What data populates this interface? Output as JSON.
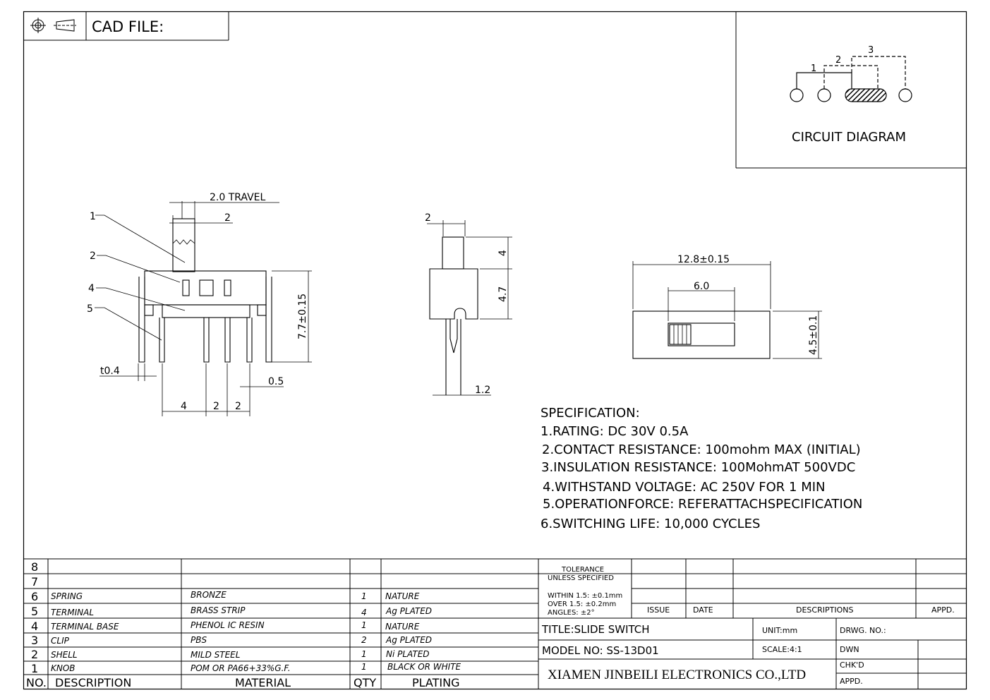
{
  "header": {
    "cad_file_label": "CAD FILE:"
  },
  "circuit": {
    "label": "CIRCUIT DIAGRAM",
    "pos1": "1",
    "pos2": "2",
    "pos3": "3"
  },
  "side_view": {
    "travel": "2.0 TRAVEL",
    "knob_width": "2",
    "height": "7.7±0.15",
    "thickness": "t0.4",
    "pin_width": "0.5",
    "pitch_a": "4",
    "pitch_b": "2",
    "pitch_c": "2",
    "callout_1": "1",
    "callout_2": "2",
    "callout_4": "4",
    "callout_5": "5"
  },
  "front_view": {
    "knob_w": "2",
    "knob_h": "4",
    "body_h": "4.7",
    "pin_w": "1.2"
  },
  "top_view": {
    "length": "12.8±0.15",
    "slot": "6.0",
    "width": "4.5±0.1"
  },
  "spec": {
    "title": "SPECIFICATION:",
    "lines": [
      "1.RATING: DC  30V  0.5A",
      "2.CONTACT  RESISTANCE: 100mohm  MAX  (INITIAL)",
      "3.INSULATION  RESISTANCE: 100MohmAT  500VDC",
      "4.WITHSTAND  VOLTAGE: AC  250V  FOR  1  MIN",
      "5.OPERATIONFORCE: REFERATTACHSPECIFICATION",
      "6.SWITCHING  LIFE: 10,000  CYCLES"
    ]
  },
  "bom": {
    "headers": {
      "no": "NO.",
      "desc": "DESCRIPTION",
      "material": "MATERIAL",
      "qty": "QTY",
      "plating": "PLATING"
    },
    "rows": [
      {
        "no": "8",
        "desc": "",
        "material": "",
        "qty": "",
        "plating": ""
      },
      {
        "no": "7",
        "desc": "",
        "material": "",
        "qty": "",
        "plating": ""
      },
      {
        "no": "6",
        "desc": "SPRING",
        "material": "BRONZE",
        "qty": "1",
        "plating": "NATURE"
      },
      {
        "no": "5",
        "desc": "TERMINAL",
        "material": "BRASS STRIP",
        "qty": "4",
        "plating": "Ag PLATED"
      },
      {
        "no": "4",
        "desc": "TERMINAL  BASE",
        "material": "PHENOL  IC  RESIN",
        "qty": "1",
        "plating": "NATURE"
      },
      {
        "no": "3",
        "desc": "CLIP",
        "material": "PBS",
        "qty": "2",
        "plating": "Ag PLATED"
      },
      {
        "no": "2",
        "desc": "SHELL",
        "material": "MILD  STEEL",
        "qty": "1",
        "plating": "Ni  PLATED"
      },
      {
        "no": "1",
        "desc": "KNOB",
        "material": "POM  OR  PA66+33%G.F.",
        "qty": "1",
        "plating": "BLACK  OR  WHITE"
      }
    ]
  },
  "title_block": {
    "tolerance_1": "TOLERANCE",
    "tolerance_2": "UNLESS  SPECIFIED",
    "within": "WITHIN  1.5: ±0.1mm",
    "over": "OVER  1.5:  ±0.2mm",
    "angles": "ANGLES: ±2°",
    "issue": "ISSUE",
    "date": "DATE",
    "descriptions": "DESCRIPTIONS",
    "appd_col": "APPD.",
    "title": "TITLE:SLIDE  SWITCH",
    "unit": "UNIT:mm",
    "drwg_no": "DRWG.  NO.:",
    "model": "MODEL  NO:  SS-13D01",
    "scale": "SCALE:4:1",
    "dwn": "DWN",
    "chkd": "CHK'D",
    "appd": "APPD.",
    "company": "XIAMEN JINBEILI ELECTRONICS CO.,LTD"
  }
}
